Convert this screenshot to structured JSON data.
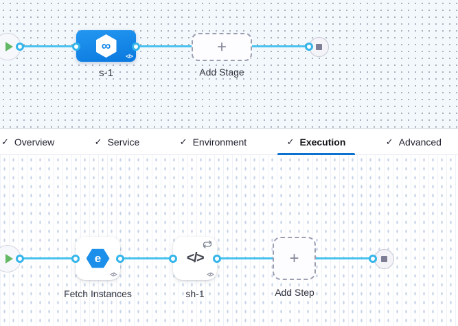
{
  "colors": {
    "connector_blue": "#47c2ee",
    "port_ring_blue": "#35b5ea",
    "stage_blue_top": "#2397f1",
    "stage_blue_bottom": "#0a78de",
    "tab_underline_blue": "#0b72d0",
    "play_green": "#63b865",
    "stop_gray": "#7d7e96",
    "step_icon_blue": "#1b8fe9"
  },
  "stage_pipeline": {
    "stage": {
      "label": "s-1",
      "icon_glyph": "∞",
      "code_badge": "</>"
    },
    "add_stage": {
      "label": "Add Stage",
      "plus_glyph": "+"
    }
  },
  "tabs": {
    "check_glyph": "✓",
    "items": [
      {
        "label": "Overview",
        "active": false
      },
      {
        "label": "Service",
        "active": false
      },
      {
        "label": "Environment",
        "active": false
      },
      {
        "label": "Execution",
        "active": true
      },
      {
        "label": "Advanced",
        "active": false
      }
    ]
  },
  "execution_pipeline": {
    "steps": [
      {
        "label": "Fetch Instances",
        "icon_glyph": "e",
        "code_badge": "</>"
      },
      {
        "label": "sh-1",
        "icon_glyph": "</>",
        "code_badge": "</>"
      }
    ],
    "add_step": {
      "label": "Add Step",
      "plus_glyph": "+"
    }
  }
}
